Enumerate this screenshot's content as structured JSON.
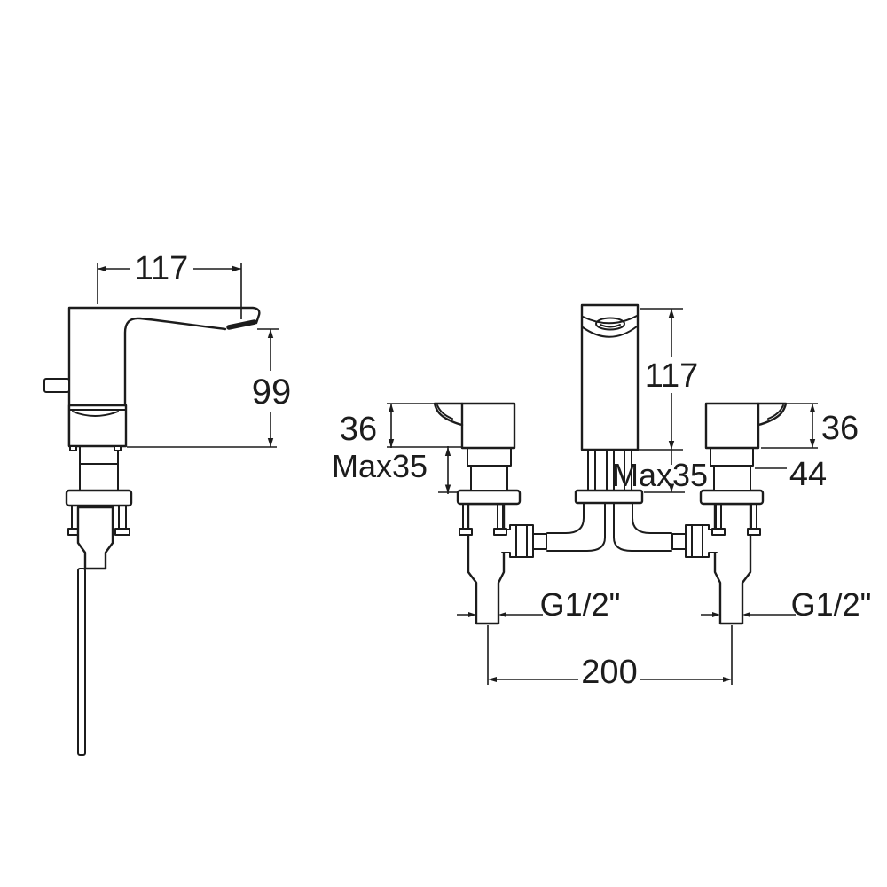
{
  "dims": {
    "side": {
      "reach": "117",
      "height": "99"
    },
    "front": {
      "height": "117",
      "max_deck_center": "Max35",
      "max_deck_left": "Max35",
      "handle_h_left": "36",
      "handle_h_right": "36",
      "handle_w": "44",
      "thread_left": "G1/2\"",
      "thread_right": "G1/2\"",
      "centers": "200"
    }
  },
  "colors": {
    "line": "#1c1c1c",
    "bg": "#ffffff"
  }
}
